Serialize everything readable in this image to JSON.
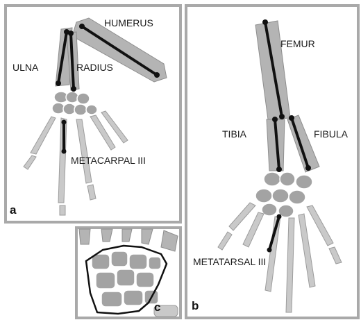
{
  "panels": {
    "a": {
      "letter": "a",
      "labels": {
        "humerus": "HUMERUS",
        "ulna": "ULNA",
        "radius": "RADIUS",
        "metacarpal": "METACARPAL III"
      }
    },
    "b": {
      "letter": "b",
      "labels": {
        "femur": "FEMUR",
        "tibia": "TIBIA",
        "fibula": "FIBULA",
        "metatarsal": "METATARSAL III"
      }
    },
    "c": {
      "letter": "c"
    }
  },
  "colors": {
    "frame": "#a9a9a9",
    "bone": "#b4b4b4",
    "axis": "#111111"
  }
}
